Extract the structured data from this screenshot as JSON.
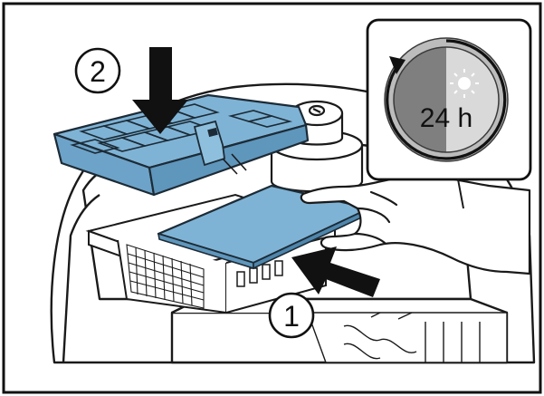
{
  "figure": {
    "step_1_label": "1",
    "step_2_label": "2",
    "duration_label": "24 h",
    "icons": {
      "day_icon": "sun-icon",
      "night_icon": "moon-icon",
      "cycle_icon": "clock-cycle-icon"
    },
    "colors": {
      "part_fill": "#7fb3d5",
      "part_stroke": "#1c2b36",
      "gauge_dark": "#7f7f7f",
      "gauge_light": "#d9d9d9",
      "line": "#1a1a1a",
      "background": "#ffffff"
    }
  }
}
